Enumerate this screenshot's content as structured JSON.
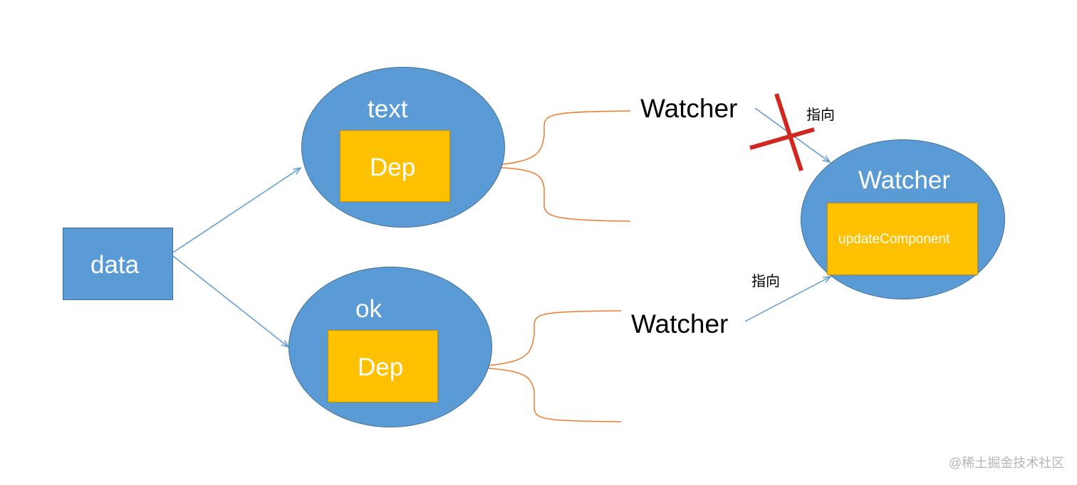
{
  "nodes": {
    "data": "data",
    "text": "text",
    "ok": "ok",
    "dep_text": "Dep",
    "dep_ok": "Dep",
    "watcher_text": "Watcher",
    "watcher_ok": "Watcher",
    "watcher_render": "Watcher",
    "update_component": "updateComponent"
  },
  "edges": {
    "pointer_crossed": "指向",
    "pointer_active": "指向"
  },
  "colors": {
    "ellipse_fill": "#5b9bd5",
    "dep_fill": "#ffc000",
    "arrow": "#5b9bd5",
    "bracket": "#ed7d31",
    "cross": "#d0281e"
  },
  "watermark": "@稀土掘金技术社区"
}
